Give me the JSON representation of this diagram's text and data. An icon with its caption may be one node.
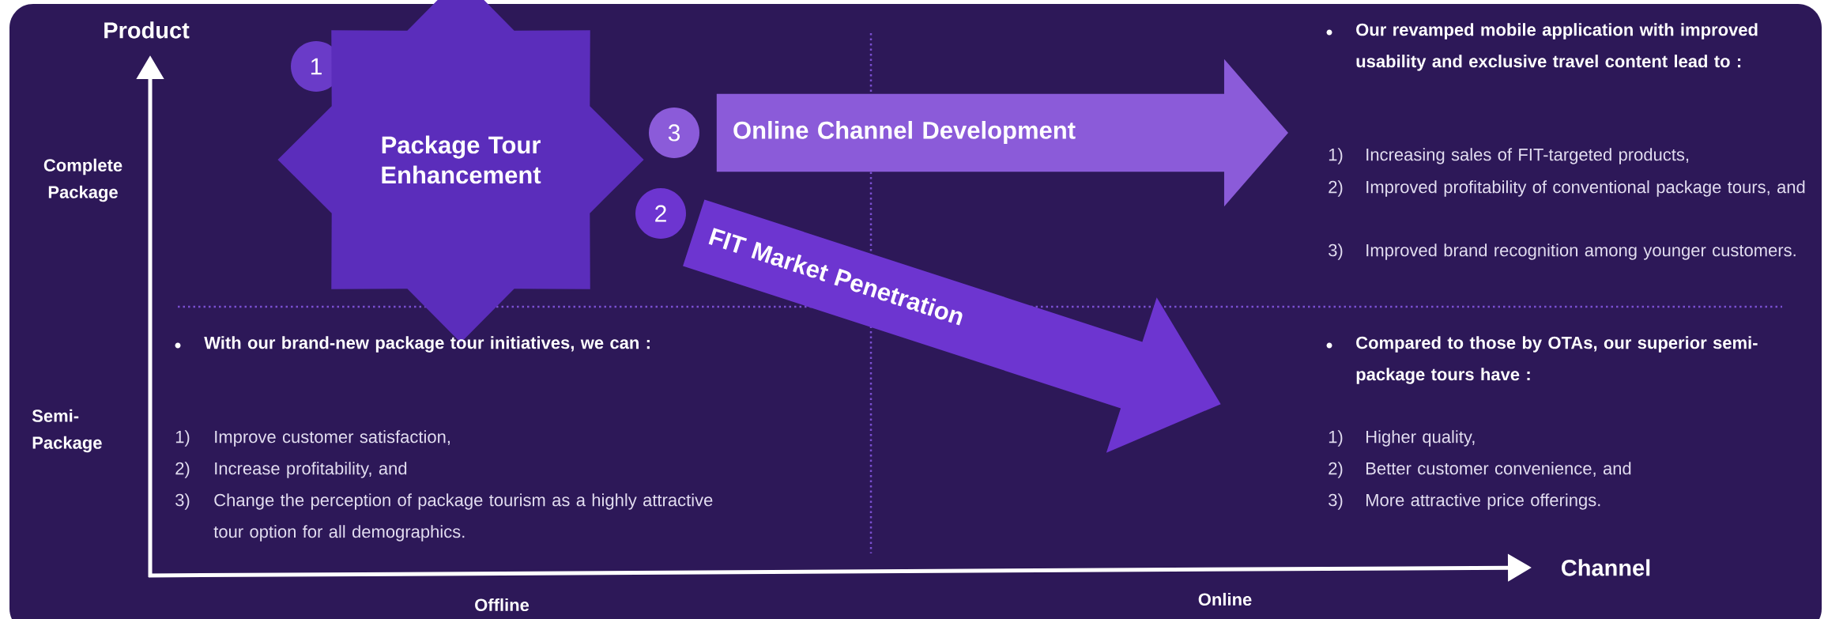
{
  "diagram": {
    "nodes": [
      {
        "text": [
          "1"
        ]
      },
      {
        "text": [
          "Package Tour Enhancement"
        ]
      },
      {
        "text": [
          "3"
        ]
      },
      {
        "text": [
          "Online Channel Development"
        ]
      },
      {
        "text": [
          "2"
        ]
      },
      {
        "text": [
          "FIT Market Penetration"
        ]
      }
    ],
    "labels": [
      "Product",
      "Complete Package",
      "Semi-Package",
      "Offline",
      "Online",
      "Channel",
      "Our revamped mobile application with improved usability and exclusive travel content lead to :",
      "1)",
      "Increasing sales of FIT-targeted products,",
      "2)",
      "Improved profitability of conventional package tours, and",
      "3)",
      "Improved brand recognition among younger customers.",
      "With our brand-new package tour initiatives, we can :",
      "1)",
      "Improve customer satisfaction,",
      "2)",
      "Increase profitability, and",
      "3)",
      "Change the perception of package tourism as a highly attractive tour option for all demographics.",
      "Compared to those by OTAs, our superior semi-package tours have :",
      "1)",
      "Higher quality,",
      "2)",
      "Better customer convenience, and",
      "3)",
      "More attractive price offerings."
    ]
  }
}
